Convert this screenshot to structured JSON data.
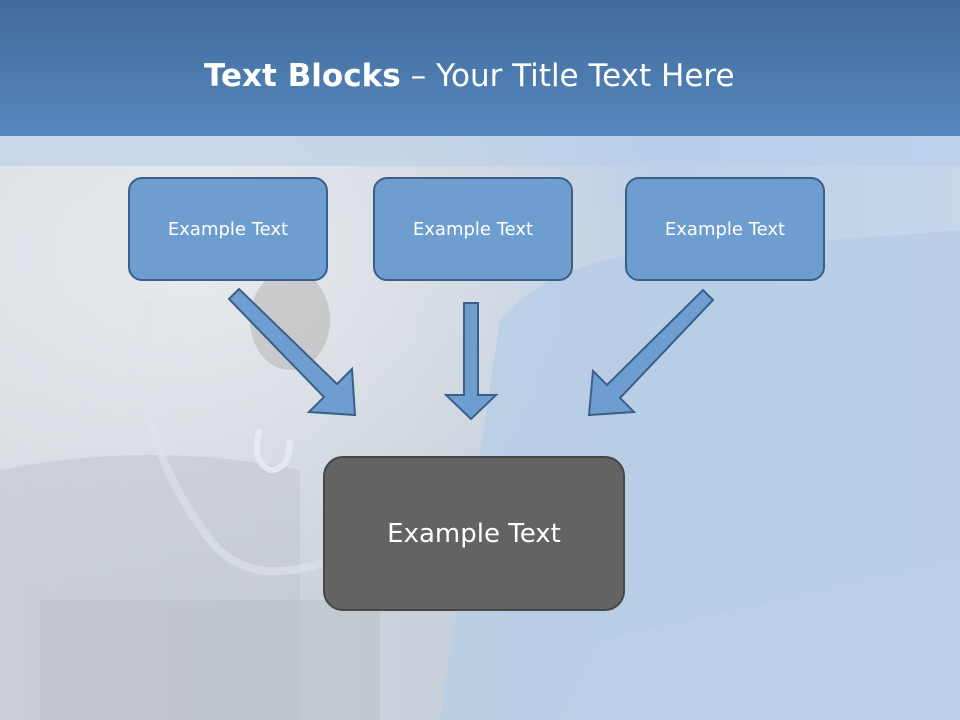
{
  "slide": {
    "title_bold": "Text Blocks",
    "title_separator": "–",
    "title_rest": "Your Title Text Here"
  },
  "blocks": [
    {
      "label": "Example Text"
    },
    {
      "label": "Example Text"
    },
    {
      "label": "Example Text"
    }
  ],
  "center_block": {
    "label": "Example Text"
  },
  "colors": {
    "header": "#5587bd",
    "block_fill": "#6e9dcf",
    "block_border": "#3b5f88",
    "arrow_fill": "#6e9dcf",
    "center_fill": "#636363"
  }
}
